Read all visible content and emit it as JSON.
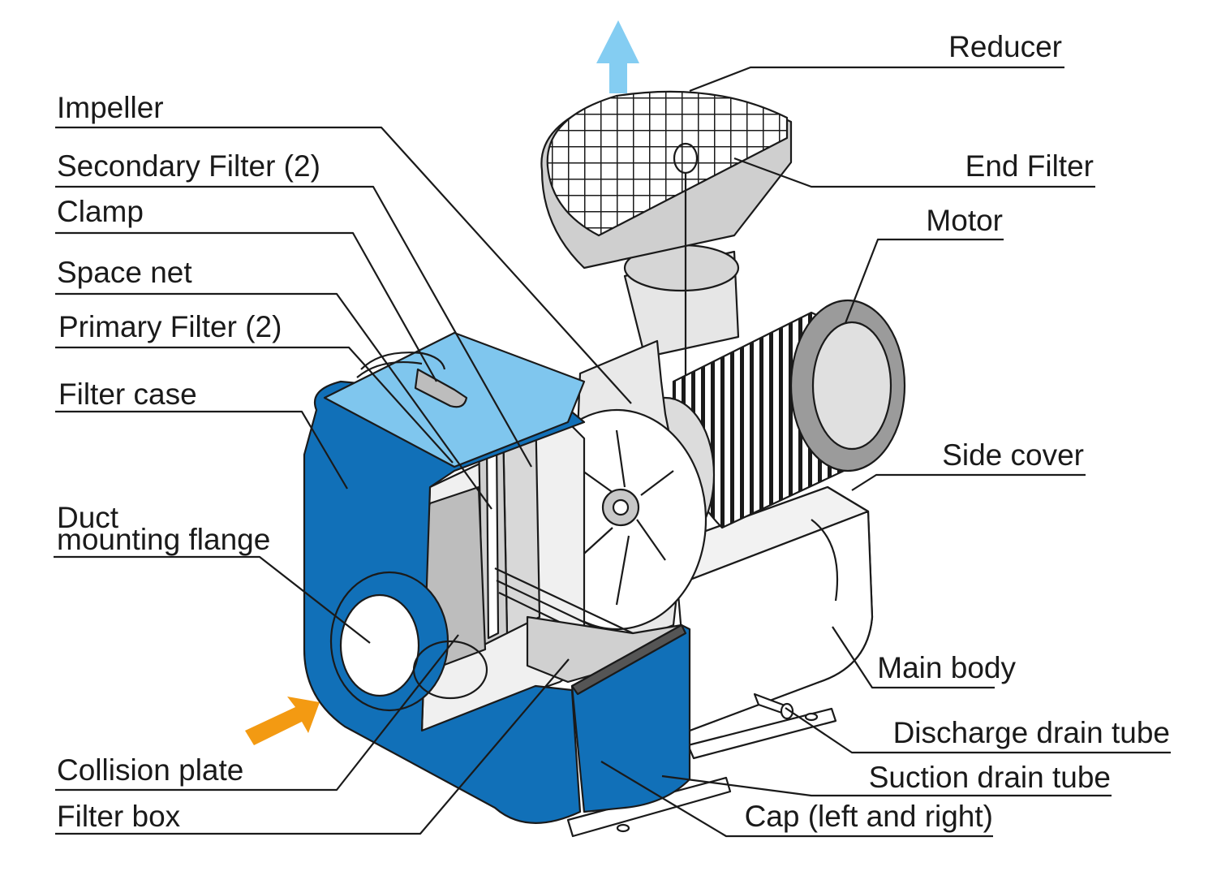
{
  "colors": {
    "filter_case_blue": "#1170b8",
    "filter_case_light": "#7fc6ee",
    "metal_gray": "#bdbdbd",
    "metal_light": "#e3e3e3",
    "inflow_arrow": "#f39a12",
    "outflow_arrow": "#84cdf2",
    "line": "#1a1a1a"
  },
  "labels": {
    "reducer": "Reducer",
    "end_filter": "End Filter",
    "motor": "Motor",
    "impeller": "Impeller",
    "secondary_filter": "Secondary Filter (2)",
    "clamp": "Clamp",
    "space_net": "Space net",
    "primary_filter": "Primary Filter (2)",
    "filter_case": "Filter case",
    "duct_line1": "Duct",
    "duct_line2": "mounting flange",
    "side_cover": "Side cover",
    "main_body": "Main body",
    "discharge_drain_tube": "Discharge drain tube",
    "suction_drain_tube": "Suction drain tube",
    "cap": "Cap (left and right)",
    "collision_plate": "Collision plate",
    "filter_box": "Filter box"
  }
}
